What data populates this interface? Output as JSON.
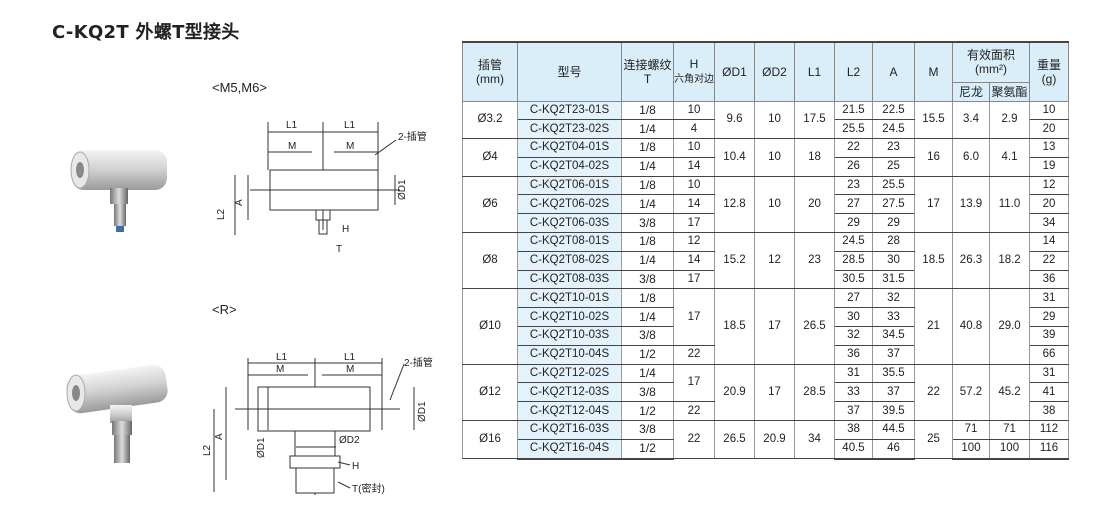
{
  "title": "C-KQ2T 外螺T型接头",
  "diagrams": {
    "m_label": "<M5,M6>",
    "r_label": "<R>",
    "l1": "L1",
    "m": "M",
    "tube": "2-插管",
    "d1": "ØD1",
    "l2": "L2",
    "a": "A",
    "h": "H",
    "t": "T",
    "d2": "ØD2",
    "t_seal": "T(密封)"
  },
  "table": {
    "headers": {
      "tube": "插管",
      "tube_unit": "(mm)",
      "model": "型号",
      "thread": "连接螺纹",
      "thread_sub": "T",
      "h": "H",
      "h_sub": "六角对边",
      "d1": "ØD1",
      "d2": "ØD2",
      "l1": "L1",
      "l2": "L2",
      "a": "A",
      "m": "M",
      "area": "有效面积",
      "area_unit": "(mm²)",
      "nylon": "尼龙",
      "pu": "聚氨酯",
      "weight": "重量",
      "weight_unit": "(g)"
    },
    "groups": [
      {
        "tube": "Ø3.2",
        "d1": "9.6",
        "d2": "10",
        "l1": "17.5",
        "m": "15.5",
        "nylon": "3.4",
        "pu": "2.9",
        "rows": [
          {
            "model": "C-KQ2T23-01S",
            "thread": "1/8",
            "h": "10",
            "l2": "21.5",
            "a": "22.5",
            "weight": "10"
          },
          {
            "model": "C-KQ2T23-02S",
            "thread": "1/4",
            "h": "4",
            "l2": "25.5",
            "a": "24.5",
            "weight": "20"
          }
        ]
      },
      {
        "tube": "Ø4",
        "d1": "10.4",
        "d2": "10",
        "l1": "18",
        "m": "16",
        "nylon": "6.0",
        "pu": "4.1",
        "rows": [
          {
            "model": "C-KQ2T04-01S",
            "thread": "1/8",
            "h": "10",
            "l2": "22",
            "a": "23",
            "weight": "13"
          },
          {
            "model": "C-KQ2T04-02S",
            "thread": "1/4",
            "h": "14",
            "l2": "26",
            "a": "25",
            "weight": "19"
          }
        ]
      },
      {
        "tube": "Ø6",
        "d1": "12.8",
        "d2": "10",
        "l1": "20",
        "m": "17",
        "nylon": "13.9",
        "pu": "11.0",
        "rows": [
          {
            "model": "C-KQ2T06-01S",
            "thread": "1/8",
            "h": "10",
            "l2": "23",
            "a": "25.5",
            "weight": "12"
          },
          {
            "model": "C-KQ2T06-02S",
            "thread": "1/4",
            "h": "14",
            "l2": "27",
            "a": "27.5",
            "weight": "20"
          },
          {
            "model": "C-KQ2T06-03S",
            "thread": "3/8",
            "h": "17",
            "l2": "29",
            "a": "29",
            "weight": "34"
          }
        ]
      },
      {
        "tube": "Ø8",
        "d1": "15.2",
        "d2": "12",
        "l1": "23",
        "m": "18.5",
        "nylon": "26.3",
        "pu": "18.2",
        "rows": [
          {
            "model": "C-KQ2T08-01S",
            "thread": "1/8",
            "h": "12",
            "l2": "24.5",
            "a": "28",
            "weight": "14"
          },
          {
            "model": "C-KQ2T08-02S",
            "thread": "1/4",
            "h": "14",
            "l2": "28.5",
            "a": "30",
            "weight": "22"
          },
          {
            "model": "C-KQ2T08-03S",
            "thread": "3/8",
            "h": "17",
            "l2": "30.5",
            "a": "31.5",
            "weight": "36"
          }
        ]
      },
      {
        "tube": "Ø10",
        "d1": "18.5",
        "d2": "17",
        "l1": "26.5",
        "m": "21",
        "nylon": "40.8",
        "pu": "29.0",
        "h": [
          {
            "v": "17",
            "span": 3
          },
          {
            "v": "22",
            "span": 1
          }
        ],
        "rows": [
          {
            "model": "C-KQ2T10-01S",
            "thread": "1/8",
            "l2": "27",
            "a": "32",
            "weight": "31"
          },
          {
            "model": "C-KQ2T10-02S",
            "thread": "1/4",
            "l2": "30",
            "a": "33",
            "weight": "29"
          },
          {
            "model": "C-KQ2T10-03S",
            "thread": "3/8",
            "l2": "32",
            "a": "34.5",
            "weight": "39"
          },
          {
            "model": "C-KQ2T10-04S",
            "thread": "1/2",
            "l2": "36",
            "a": "37",
            "weight": "66"
          }
        ]
      },
      {
        "tube": "Ø12",
        "d1": "20.9",
        "d2": "17",
        "l1": "28.5",
        "m": "22",
        "nylon": "57.2",
        "pu": "45.2",
        "h": [
          {
            "v": "17",
            "span": 2
          },
          {
            "v": "22",
            "span": 1
          }
        ],
        "rows": [
          {
            "model": "C-KQ2T12-02S",
            "thread": "1/4",
            "l2": "31",
            "a": "35.5",
            "weight": "31"
          },
          {
            "model": "C-KQ2T12-03S",
            "thread": "3/8",
            "l2": "33",
            "a": "37",
            "weight": "41"
          },
          {
            "model": "C-KQ2T12-04S",
            "thread": "1/2",
            "l2": "37",
            "a": "39.5",
            "weight": "38"
          }
        ]
      },
      {
        "tube": "Ø16",
        "d1": "26.5",
        "d2": "20.9",
        "l1": "34",
        "m": "25",
        "h": "22",
        "rows": [
          {
            "model": "C-KQ2T16-03S",
            "thread": "3/8",
            "l2": "38",
            "a": "44.5",
            "nylon": "71",
            "pu": "71",
            "weight": "112"
          },
          {
            "model": "C-KQ2T16-04S",
            "thread": "1/2",
            "l2": "40.5",
            "a": "46",
            "nylon": "100",
            "pu": "100",
            "weight": "116"
          }
        ]
      }
    ]
  }
}
